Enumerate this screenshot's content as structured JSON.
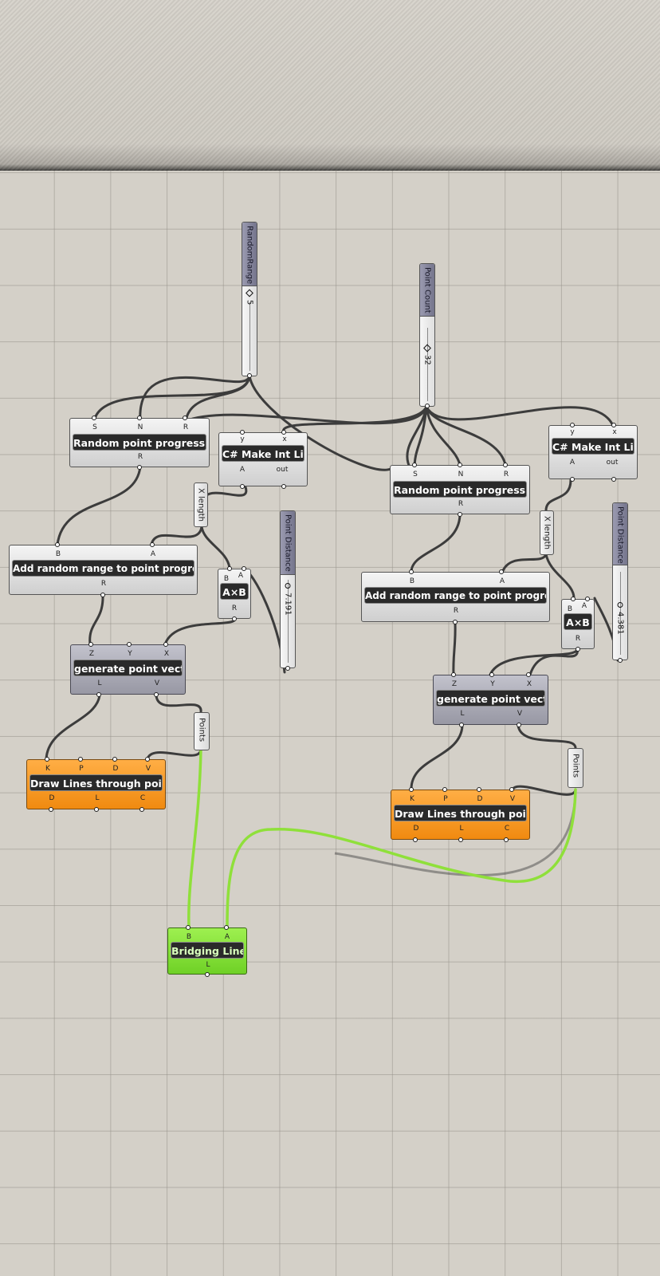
{
  "canvas": {
    "background": "#d4d0c8"
  },
  "sliders": [
    {
      "label": "RandomRange",
      "value": "5"
    },
    {
      "label": "Point Count",
      "value": "32"
    },
    {
      "label": "Point Distance",
      "value": "7.191"
    },
    {
      "label": "Point Distance",
      "value": "4.381"
    }
  ],
  "tags": {
    "x_length": "X length",
    "points": "Points"
  },
  "nodes": {
    "rpp": {
      "title": "Random point progression",
      "inputs": [
        "S",
        "N",
        "R"
      ],
      "outputs": [
        "R"
      ]
    },
    "make_int": {
      "title": "C# Make Int List",
      "inputs": [
        "y",
        "x"
      ],
      "outputs": [
        "A",
        "out"
      ]
    },
    "add_random": {
      "title": "Add random range to point progress",
      "inputs": [
        "B",
        "A"
      ],
      "outputs": [
        "R"
      ]
    },
    "axb": {
      "title": "A×B",
      "inputs": [
        "A",
        "B"
      ],
      "outputs": [
        "R"
      ]
    },
    "gen_vector": {
      "title": "generate point vector",
      "inputs": [
        "Z",
        "Y",
        "X"
      ],
      "outputs": [
        "L",
        "V"
      ]
    },
    "draw_lines": {
      "title": "Draw Lines through points",
      "inputs": [
        "K",
        "P",
        "D",
        "V"
      ],
      "outputs": [
        "D",
        "L",
        "C"
      ]
    },
    "bridging": {
      "title": "Bridging Lines",
      "inputs": [
        "B",
        "A"
      ],
      "outputs": [
        "L"
      ]
    }
  },
  "colors": {
    "wire": "#3c3c3c",
    "wire_selected": "#8fe03a",
    "component": "#c9c9c9",
    "cluster_orange": "#f59315",
    "cluster_green": "#7ed835"
  }
}
